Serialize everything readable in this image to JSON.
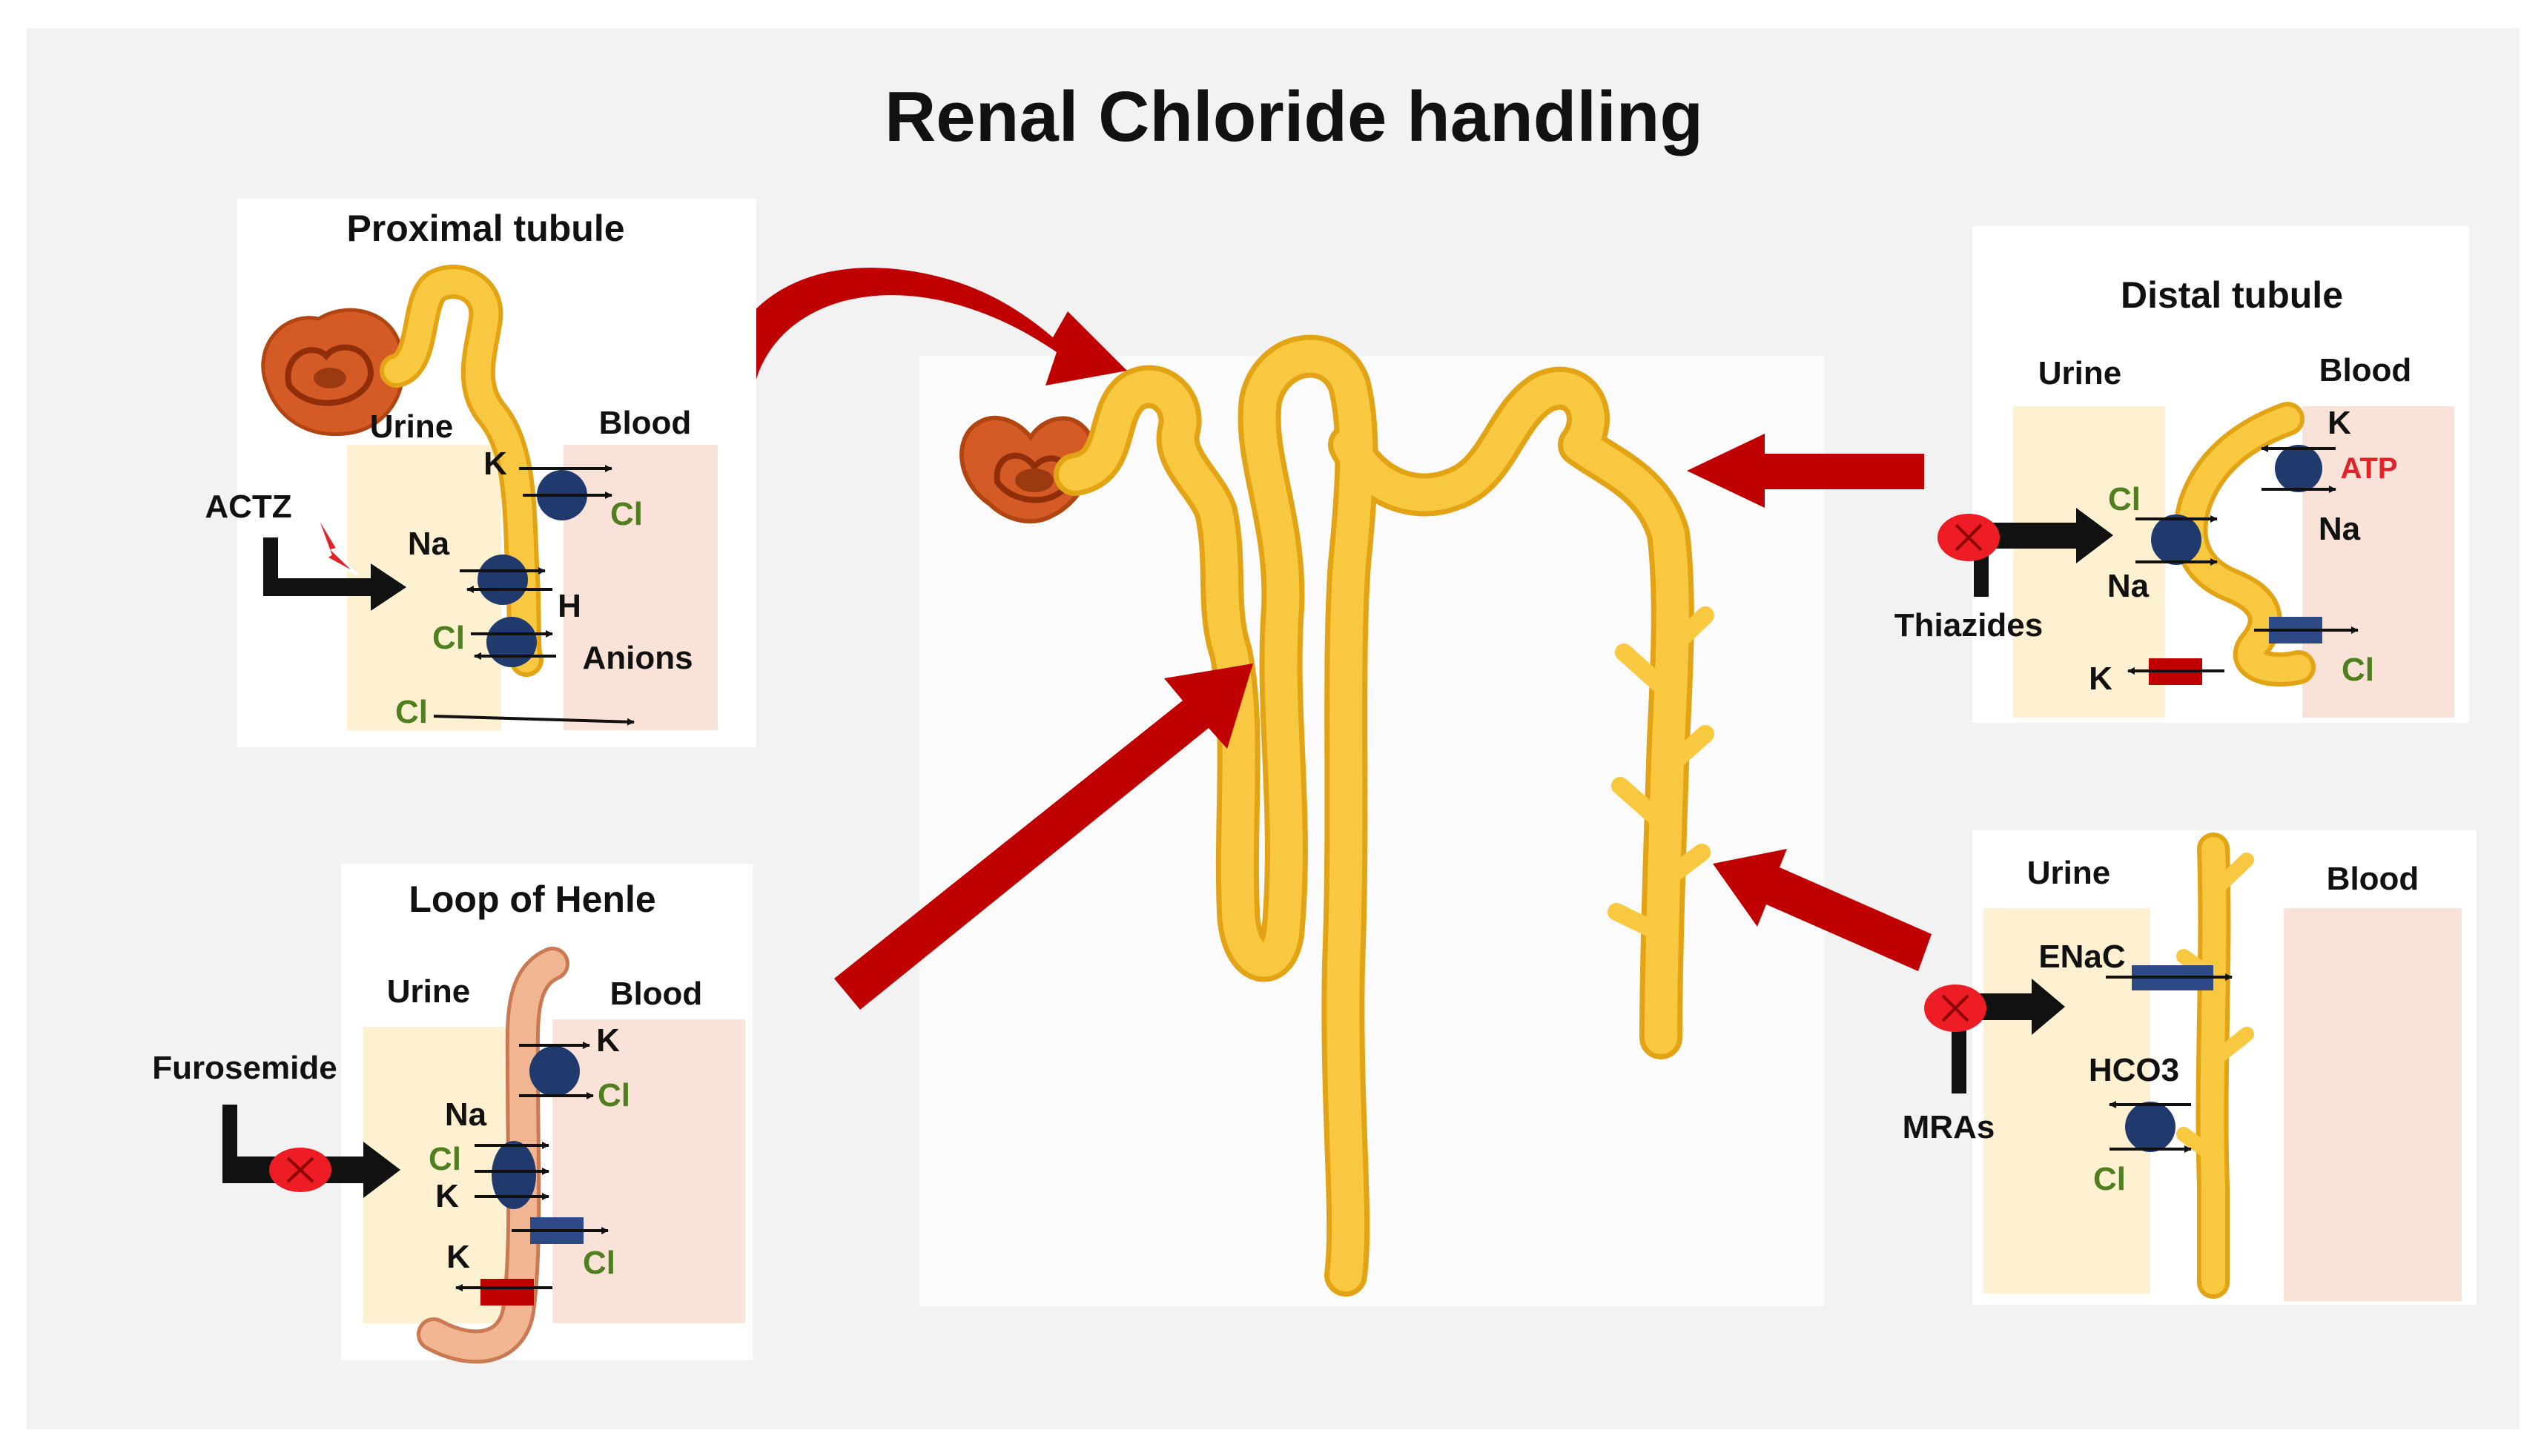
{
  "title": "Renal Chloride handling",
  "colors": {
    "background": "#f2f2f2",
    "tubule_fill": "#f7c840",
    "tubule_outline": "#e2a314",
    "glomerulus": "#d45a26",
    "arrow_red": "#c00000",
    "urine_zone": "#fdf1d2",
    "blood_zone": "#f9e2d7",
    "cotransporter_blue": "#203a6e",
    "channel_blue": "#2e4a86",
    "pump_red": "#c00000",
    "inhibitor_red": "#ee1c24",
    "chloride_green": "#4f7f1f",
    "atp_red": "#e0242c",
    "henle_tube": "#f2b592"
  },
  "proximal": {
    "heading": "Proximal tubule",
    "urine": "Urine",
    "blood": "Blood",
    "drug": "ACTZ",
    "drug_icon": "lightning-bolt-icon",
    "k": "K",
    "cl_top": "Cl",
    "na": "Na",
    "h": "H",
    "cl_mid": "Cl",
    "anions": "Anions",
    "cl_bottom": "Cl"
  },
  "henle": {
    "heading": "Loop of Henle",
    "urine": "Urine",
    "blood": "Blood",
    "drug": "Furosemide",
    "k_top": "K",
    "cl_top": "Cl",
    "na": "Na",
    "cl_mid": "Cl",
    "k_mid": "K",
    "cl_right": "Cl",
    "k_bottom": "K"
  },
  "distal": {
    "heading": "Distal tubule",
    "urine": "Urine",
    "blood": "Blood",
    "drug": "Thiazides",
    "k_top": "K",
    "atp": "ATP",
    "na_right": "Na",
    "cl_left": "Cl",
    "na_left": "Na",
    "cl_right": "Cl",
    "k_bottom": "K"
  },
  "collecting": {
    "urine": "Urine",
    "blood": "Blood",
    "drug": "MRAs",
    "enac": "ENaC",
    "hco3": "HCO3",
    "cl": "Cl"
  }
}
